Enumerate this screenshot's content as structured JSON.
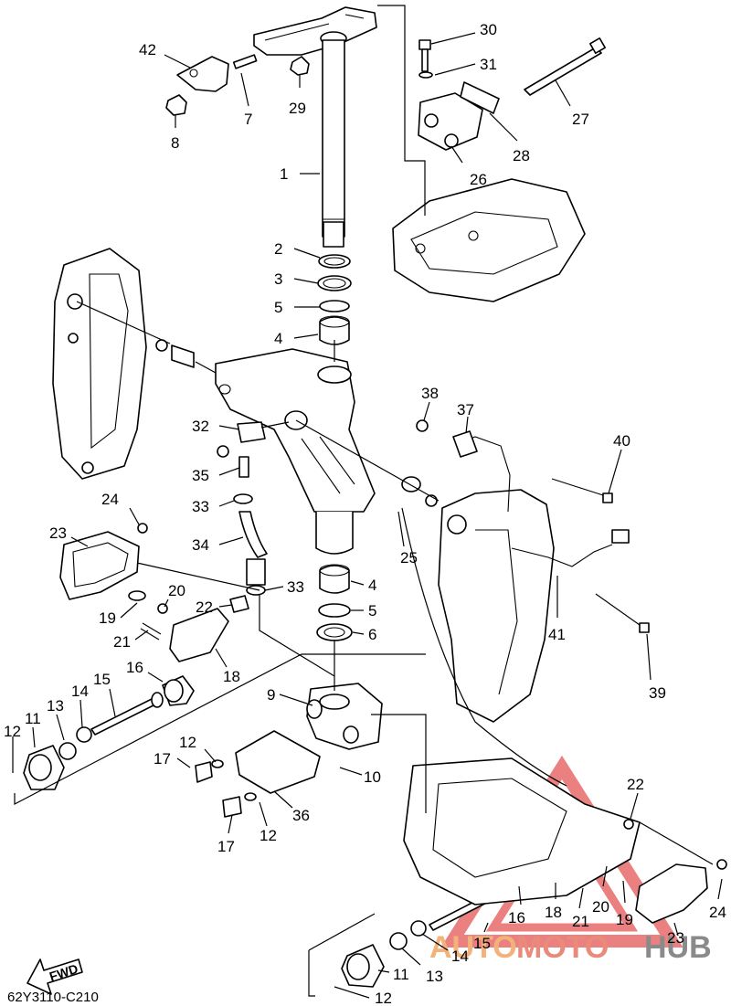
{
  "diagram": {
    "drawing_code": "62Y3110-C210",
    "fwd_label": "FWD",
    "watermark": {
      "part1": "AUTO",
      "part2": "MOTO",
      "part3": "HUB"
    },
    "callouts": {
      "c1": "1",
      "c2": "2",
      "c3": "3",
      "c4a": "4",
      "c4b": "4",
      "c5a": "5",
      "c5b": "5",
      "c6": "6",
      "c7": "7",
      "c8": "8",
      "c9": "9",
      "c10": "10",
      "c11a": "11",
      "c11b": "11",
      "c12a": "12",
      "c12b": "12",
      "c12c": "12",
      "c12d": "12",
      "c13a": "13",
      "c13b": "13",
      "c14a": "14",
      "c14b": "14",
      "c15a": "15",
      "c15b": "15",
      "c16a": "16",
      "c16b": "16",
      "c17a": "17",
      "c17b": "17",
      "c18a": "18",
      "c18b": "18",
      "c19a": "19",
      "c19b": "19",
      "c20a": "20",
      "c20b": "20",
      "c21a": "21",
      "c21b": "21",
      "c22a": "22",
      "c22b": "22",
      "c23a": "23",
      "c23b": "23",
      "c24a": "24",
      "c24b": "24",
      "c25": "25",
      "c26": "26",
      "c27": "27",
      "c28": "28",
      "c29": "29",
      "c30": "30",
      "c31": "31",
      "c32": "32",
      "c33a": "33",
      "c33b": "33",
      "c34": "34",
      "c35": "35",
      "c36": "36",
      "c37": "37",
      "c38": "38",
      "c39": "39",
      "c40": "40",
      "c41": "41",
      "c42": "42"
    }
  }
}
